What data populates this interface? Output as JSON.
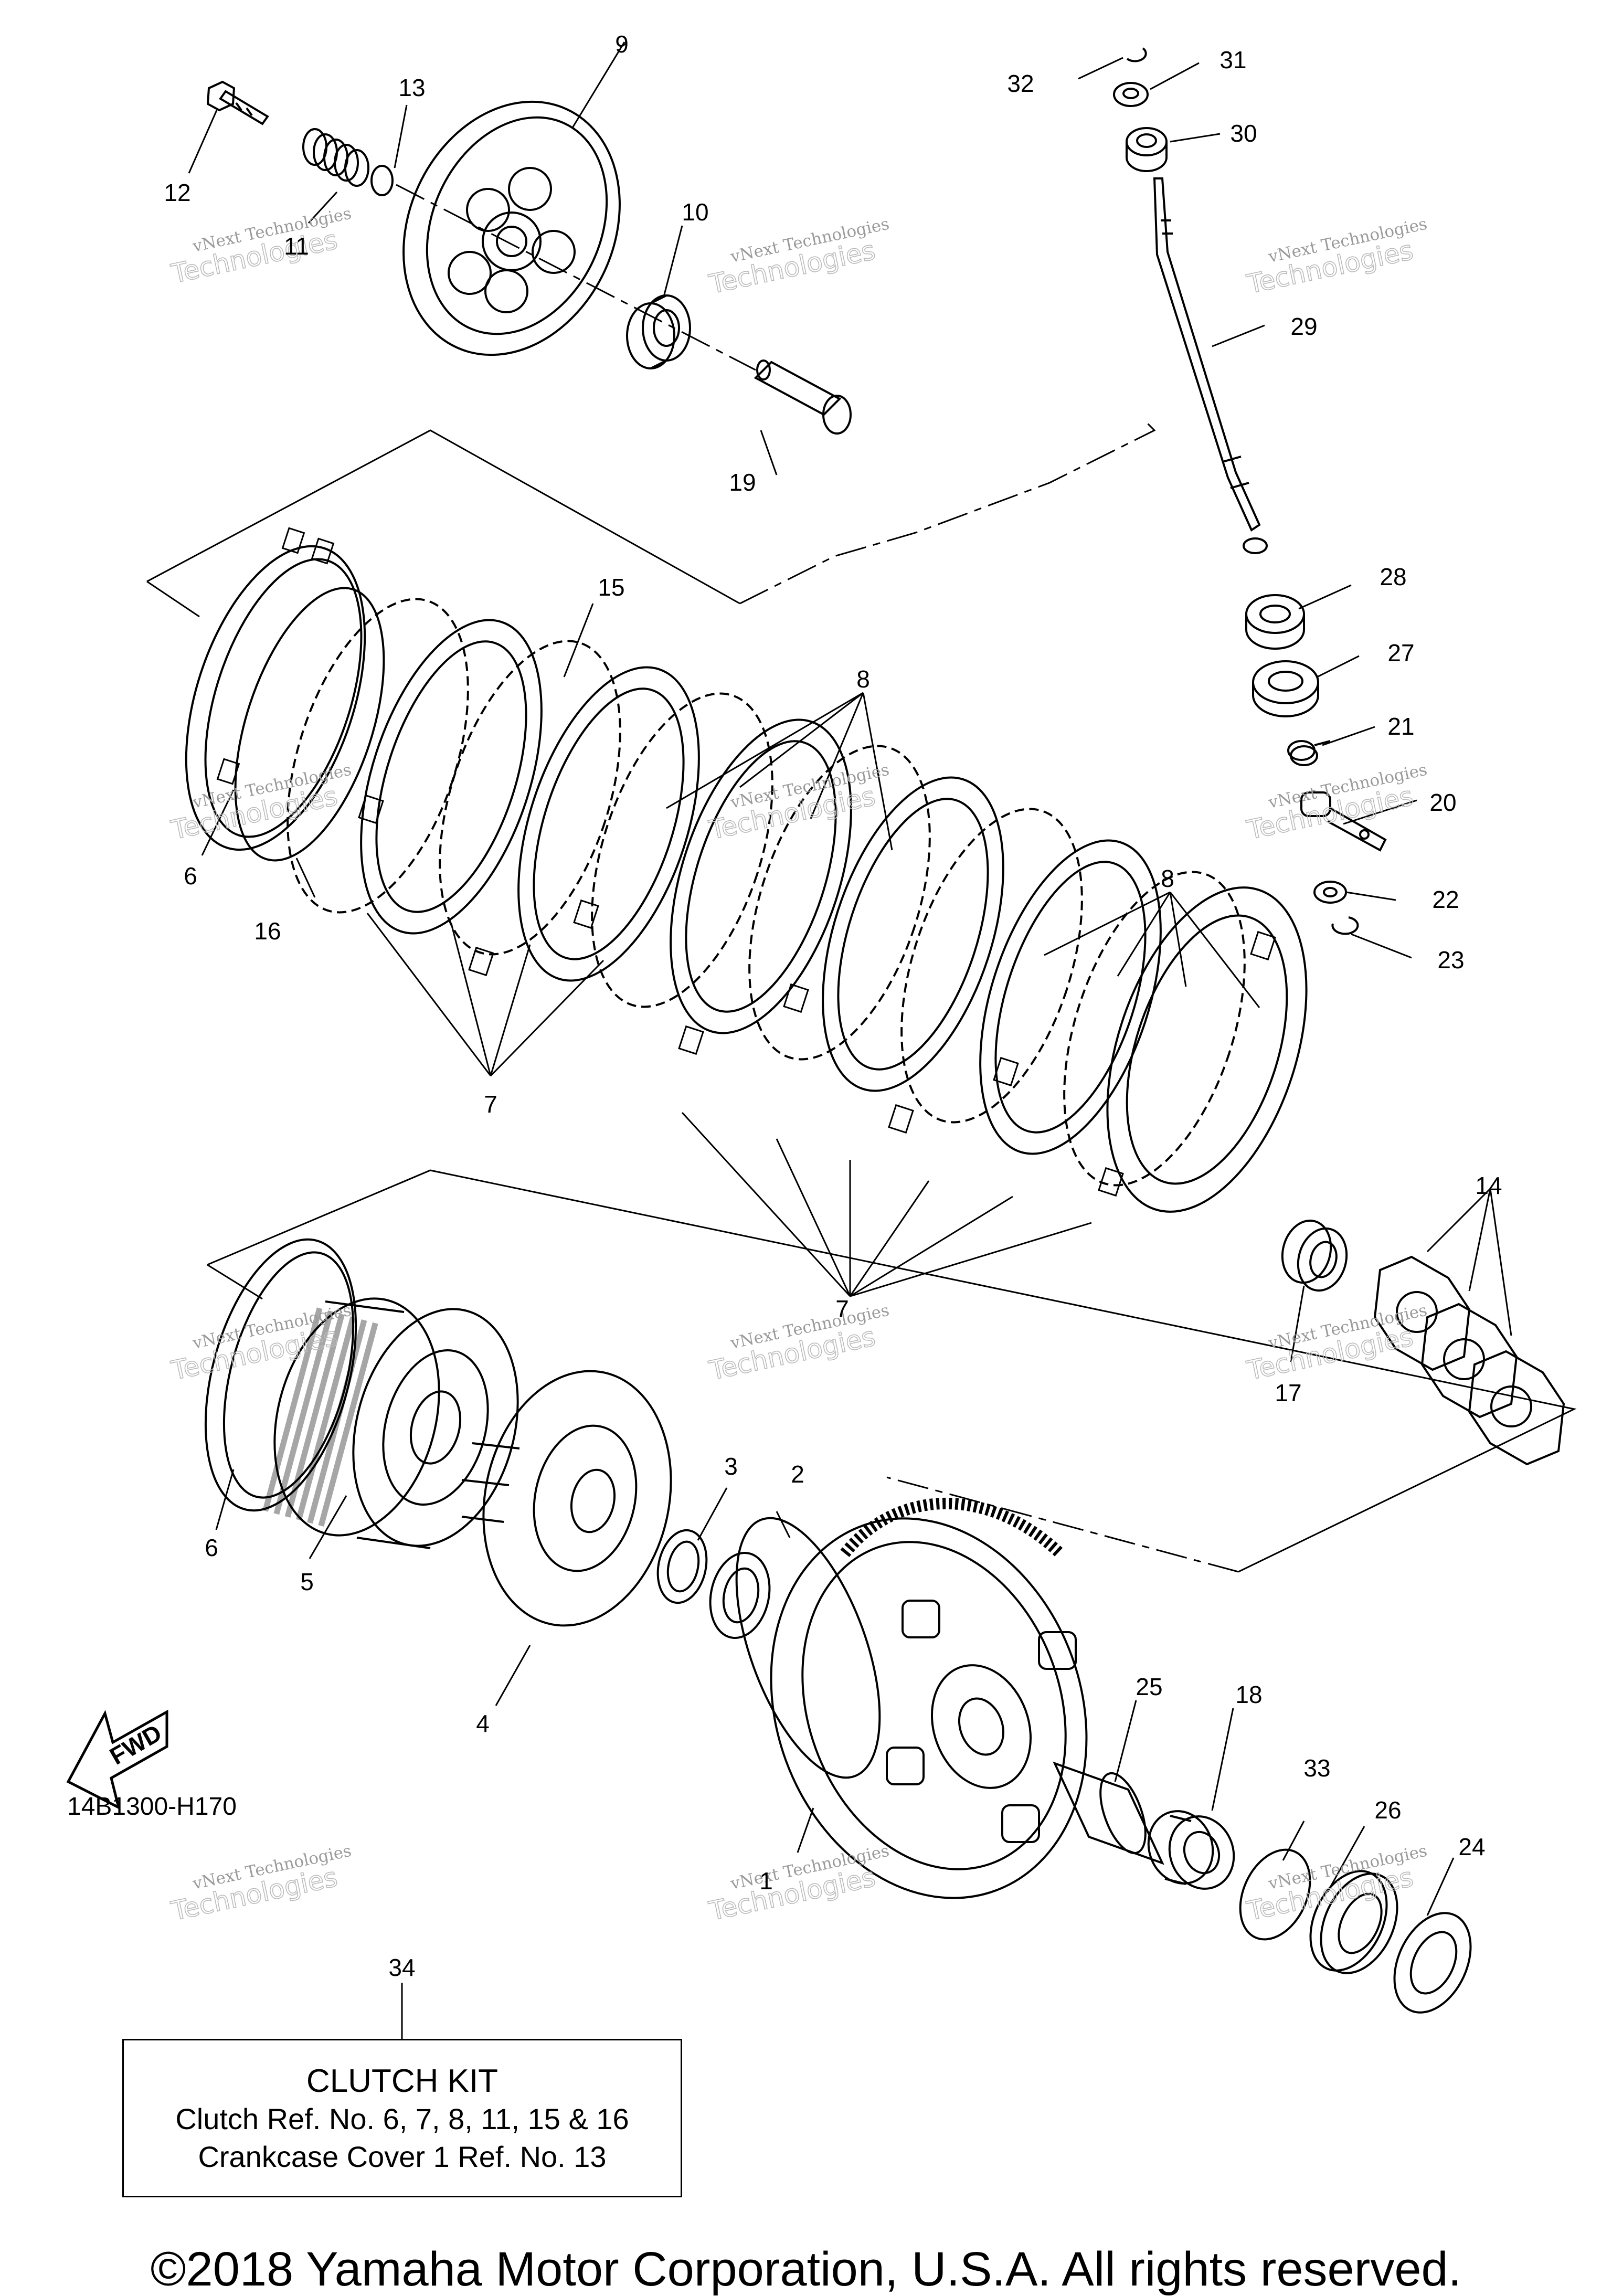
{
  "diagram_code": "14B1300-H170",
  "fwd_label": "FWD",
  "watermark": {
    "line1": "vNext Technologies",
    "line2": "Technologies"
  },
  "callouts": [
    "1",
    "2",
    "3",
    "4",
    "5",
    "6",
    "6",
    "7",
    "7",
    "8",
    "8",
    "9",
    "10",
    "11",
    "12",
    "13",
    "14",
    "15",
    "16",
    "17",
    "18",
    "19",
    "20",
    "21",
    "22",
    "23",
    "24",
    "25",
    "26",
    "27",
    "28",
    "29",
    "30",
    "31",
    "32",
    "33",
    "34"
  ],
  "kit": {
    "title": "CLUTCH KIT",
    "line1": "Clutch Ref. No. 6, 7, 8, 11, 15 & 16",
    "line2": "Crankcase Cover 1 Ref. No. 13"
  },
  "copyright": "©2018 Yamaha Motor Corporation, U.S.A. All rights reserved."
}
